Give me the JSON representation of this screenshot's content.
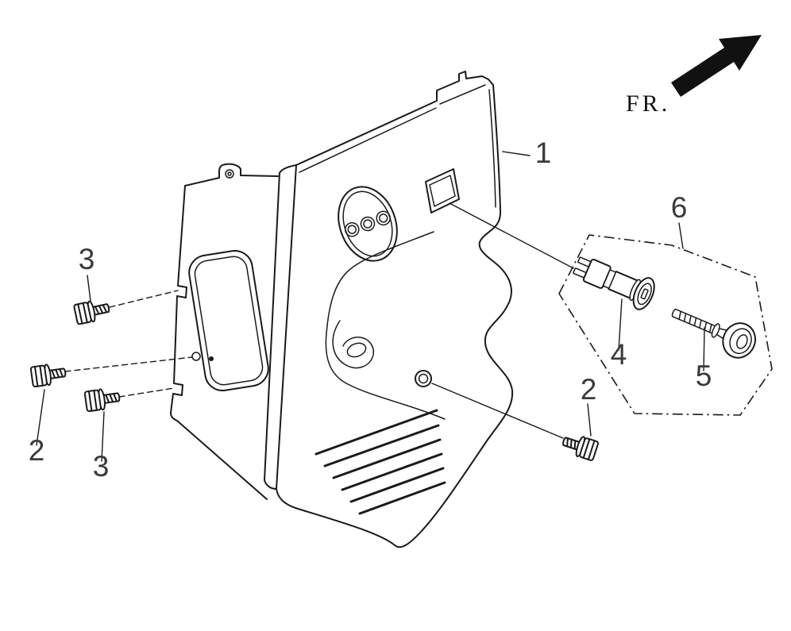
{
  "callouts": {
    "part1": "1",
    "part2_left": "2",
    "part2_right": "2",
    "part3_top": "3",
    "part3_bottom": "3",
    "part4": "4",
    "part5": "5",
    "part6": "6"
  },
  "direction": {
    "label": "FR."
  },
  "colors": {
    "line": "#1a1a1a",
    "background": "#ffffff",
    "arrow_fill": "#111111",
    "label_text": "#3a3a3a"
  }
}
